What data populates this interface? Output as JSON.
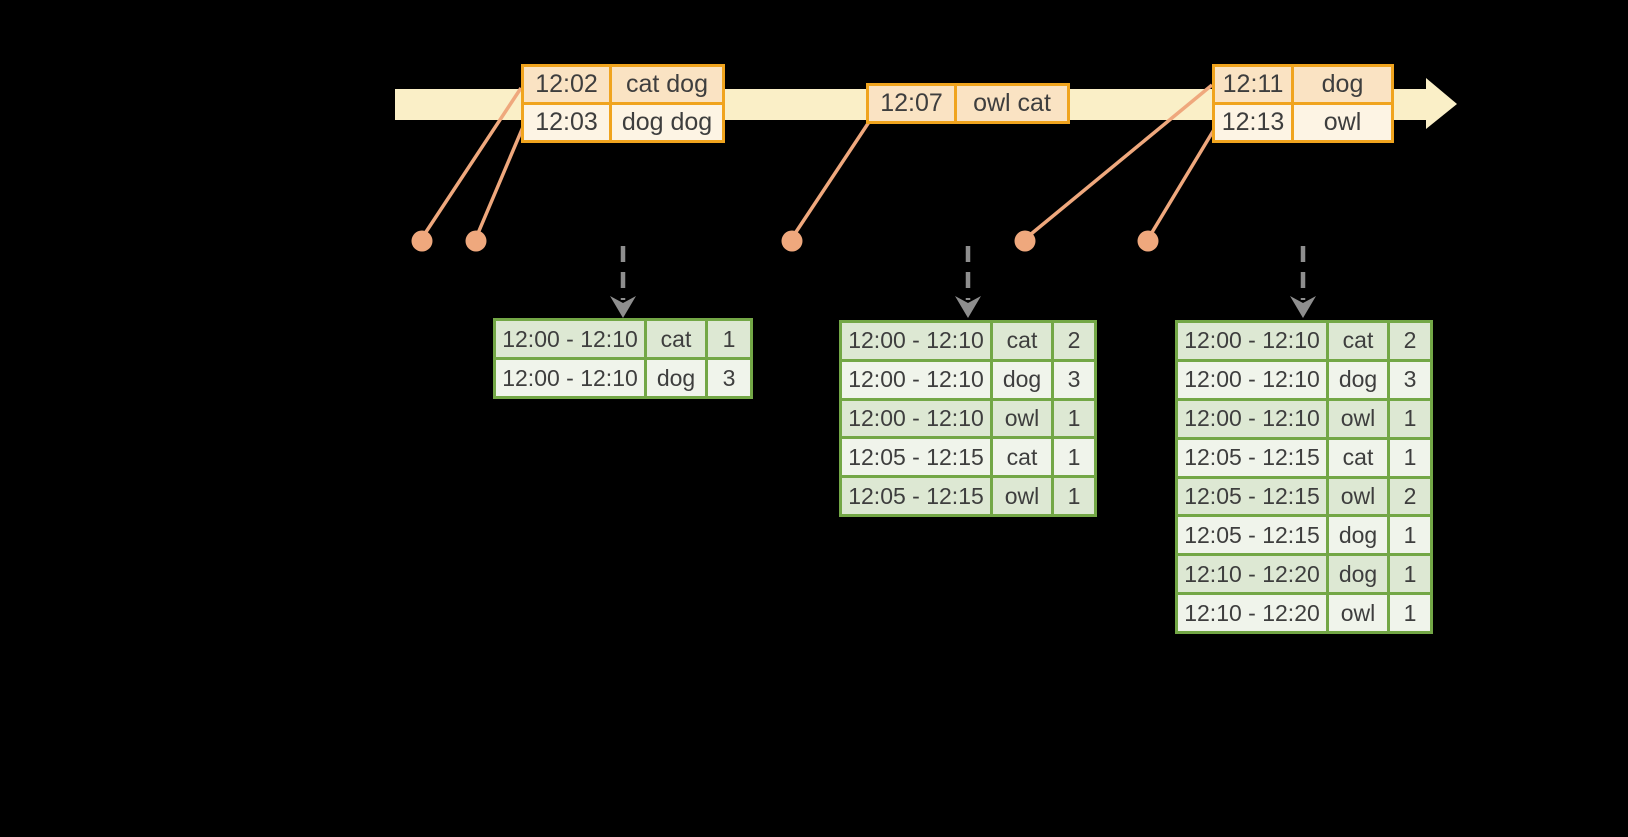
{
  "colors": {
    "band": "#faefc7",
    "event_border": "#f0a41e",
    "event_row_a": "#fae3c3",
    "event_row_b": "#fdf4e4",
    "connector": "#efa87d",
    "arrow_gray": "#8e8e8e",
    "green_border": "#73a746",
    "green_row_a": "#dde8d3",
    "green_row_b": "#f0f4eb",
    "text": "#3e3e3e"
  },
  "icons": {
    "timeline_arrow": "right-arrow",
    "trigger_arrow": "dashed-down-arrow",
    "event_marker": "filled-circle"
  },
  "event_stream": {
    "tables": [
      {
        "rows": [
          {
            "time": "12:02",
            "words": "cat dog"
          },
          {
            "time": "12:03",
            "words": "dog dog"
          }
        ]
      },
      {
        "rows": [
          {
            "time": "12:07",
            "words": "owl cat"
          }
        ]
      },
      {
        "rows": [
          {
            "time": "12:11",
            "words": "dog"
          },
          {
            "time": "12:13",
            "words": "owl"
          }
        ]
      }
    ]
  },
  "result_tables": [
    {
      "rows": [
        {
          "window": "12:00 - 12:10",
          "word": "cat",
          "count": "1"
        },
        {
          "window": "12:00 - 12:10",
          "word": "dog",
          "count": "3"
        }
      ]
    },
    {
      "rows": [
        {
          "window": "12:00 - 12:10",
          "word": "cat",
          "count": "2"
        },
        {
          "window": "12:00 - 12:10",
          "word": "dog",
          "count": "3"
        },
        {
          "window": "12:00 - 12:10",
          "word": "owl",
          "count": "1"
        },
        {
          "window": "12:05 - 12:15",
          "word": "cat",
          "count": "1"
        },
        {
          "window": "12:05 - 12:15",
          "word": "owl",
          "count": "1"
        }
      ]
    },
    {
      "rows": [
        {
          "window": "12:00 - 12:10",
          "word": "cat",
          "count": "2"
        },
        {
          "window": "12:00 - 12:10",
          "word": "dog",
          "count": "3"
        },
        {
          "window": "12:00 - 12:10",
          "word": "owl",
          "count": "1"
        },
        {
          "window": "12:05 - 12:15",
          "word": "cat",
          "count": "1"
        },
        {
          "window": "12:05 - 12:15",
          "word": "owl",
          "count": "2"
        },
        {
          "window": "12:05 - 12:15",
          "word": "dog",
          "count": "1"
        },
        {
          "window": "12:10 - 12:20",
          "word": "dog",
          "count": "1"
        },
        {
          "window": "12:10 - 12:20",
          "word": "owl",
          "count": "1"
        }
      ]
    }
  ]
}
